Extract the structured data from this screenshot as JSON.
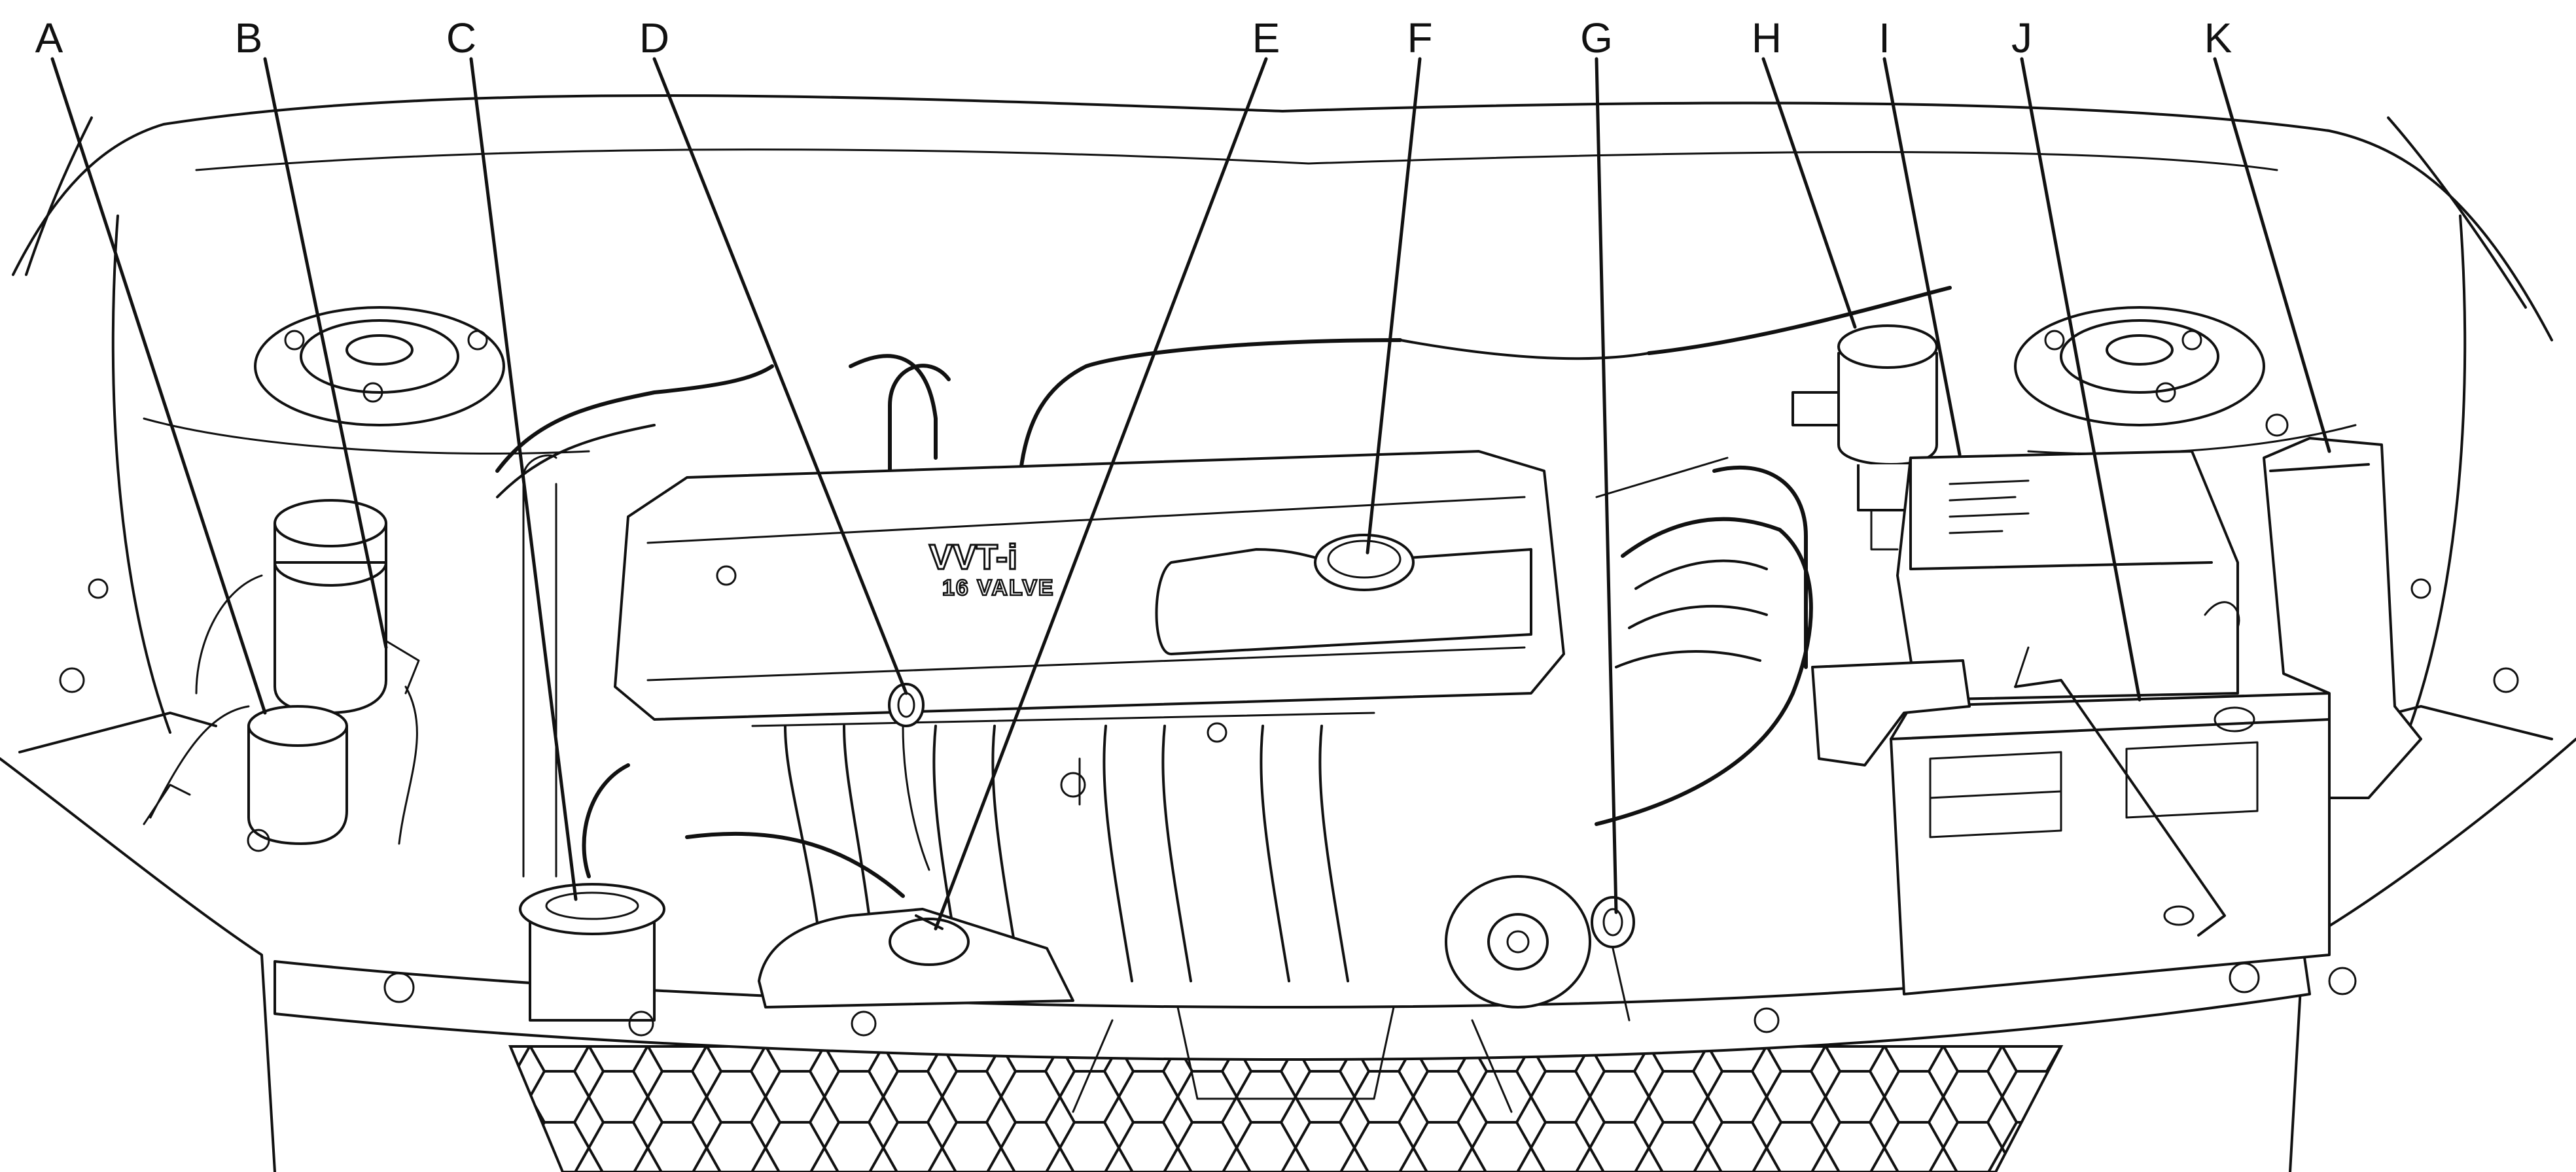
{
  "diagram": {
    "callouts": [
      {
        "id": "a",
        "label": "A"
      },
      {
        "id": "b",
        "label": "B"
      },
      {
        "id": "c",
        "label": "C"
      },
      {
        "id": "d",
        "label": "D"
      },
      {
        "id": "e",
        "label": "E"
      },
      {
        "id": "f",
        "label": "F"
      },
      {
        "id": "g",
        "label": "G"
      },
      {
        "id": "h",
        "label": "H"
      },
      {
        "id": "i",
        "label": "I"
      },
      {
        "id": "j",
        "label": "J"
      },
      {
        "id": "k",
        "label": "K"
      }
    ],
    "cover_text": {
      "brand": "VVT-i",
      "subtitle": "16 VALVE"
    }
  }
}
